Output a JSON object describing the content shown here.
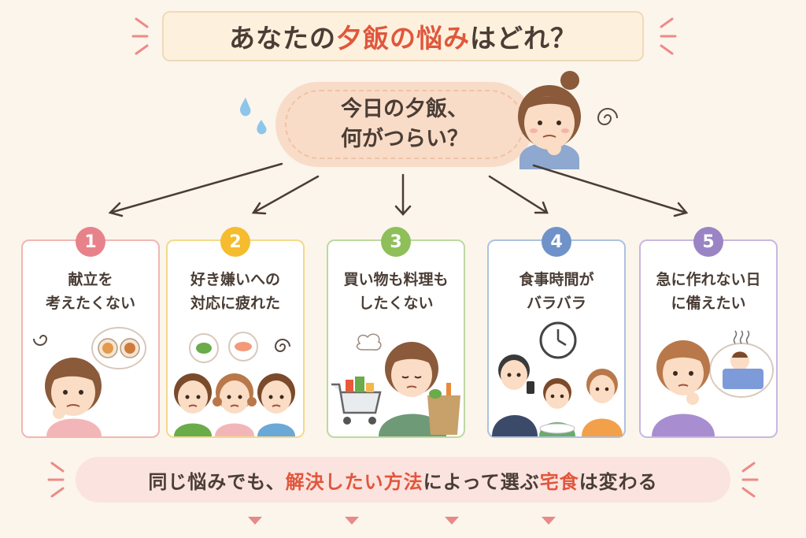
{
  "header": {
    "title_pre": "あなたの",
    "title_highlight": "夕飯の悩み",
    "title_post": "はどれ？"
  },
  "question": {
    "line1": "今日の夕飯、",
    "line2": "何がつらい？"
  },
  "cards": [
    {
      "number": "1",
      "line1": "献立を",
      "line2": "考えたくない",
      "color": "#e8828a",
      "border": "#f0b7b3"
    },
    {
      "number": "2",
      "line1": "好き嫌いへの",
      "line2": "対応に疲れた",
      "color": "#f4bc2e",
      "border": "#f3d98a"
    },
    {
      "number": "3",
      "line1": "買い物も料理も",
      "line2": "したくない",
      "color": "#8fbf5a",
      "border": "#bcd9a0"
    },
    {
      "number": "4",
      "line1": "食事時間が",
      "line2": "バラバラ",
      "color": "#6f93c8",
      "border": "#adc2e0"
    },
    {
      "number": "5",
      "line1": "急に作れない日",
      "line2": "に備えたい",
      "color": "#9b84c4",
      "border": "#c7b8e0"
    }
  ],
  "footer": {
    "part1": "同じ悩みでも、",
    "highlight1": "解決したい方法",
    "part2": "によって選ぶ",
    "highlight2": "宅食",
    "part3": "は変わる"
  },
  "colors": {
    "accent": "#e0573d",
    "background": "#fbf5ec"
  },
  "icons": [
    "sweat-drop-icon",
    "dizzy-swirl-icon",
    "clock-icon",
    "shopping-cart-icon",
    "steam-icon"
  ]
}
